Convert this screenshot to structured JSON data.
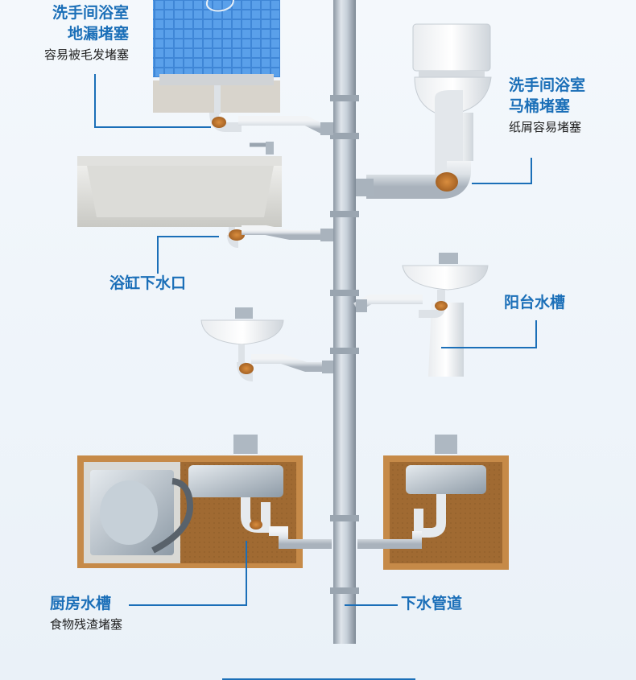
{
  "colors": {
    "accent": "#1b6fb8",
    "pipe": "#b9c2cb",
    "clog": "#c8782d",
    "cabinet": "#c68a48"
  },
  "labels": {
    "floor_drain": {
      "title1": "洗手间浴室",
      "title2": "地漏堵塞",
      "sub": "容易被毛发堵塞"
    },
    "toilet": {
      "title1": "洗手间浴室",
      "title2": "马桶堵塞",
      "sub": "纸屑容易堵塞"
    },
    "bathtub": {
      "title": "浴缸下水口"
    },
    "balcony": {
      "title": "阳台水槽"
    },
    "kitchen": {
      "title": "厨房水槽",
      "sub": "食物残渣堵塞"
    },
    "main_pipe": {
      "title": "下水管道"
    }
  }
}
